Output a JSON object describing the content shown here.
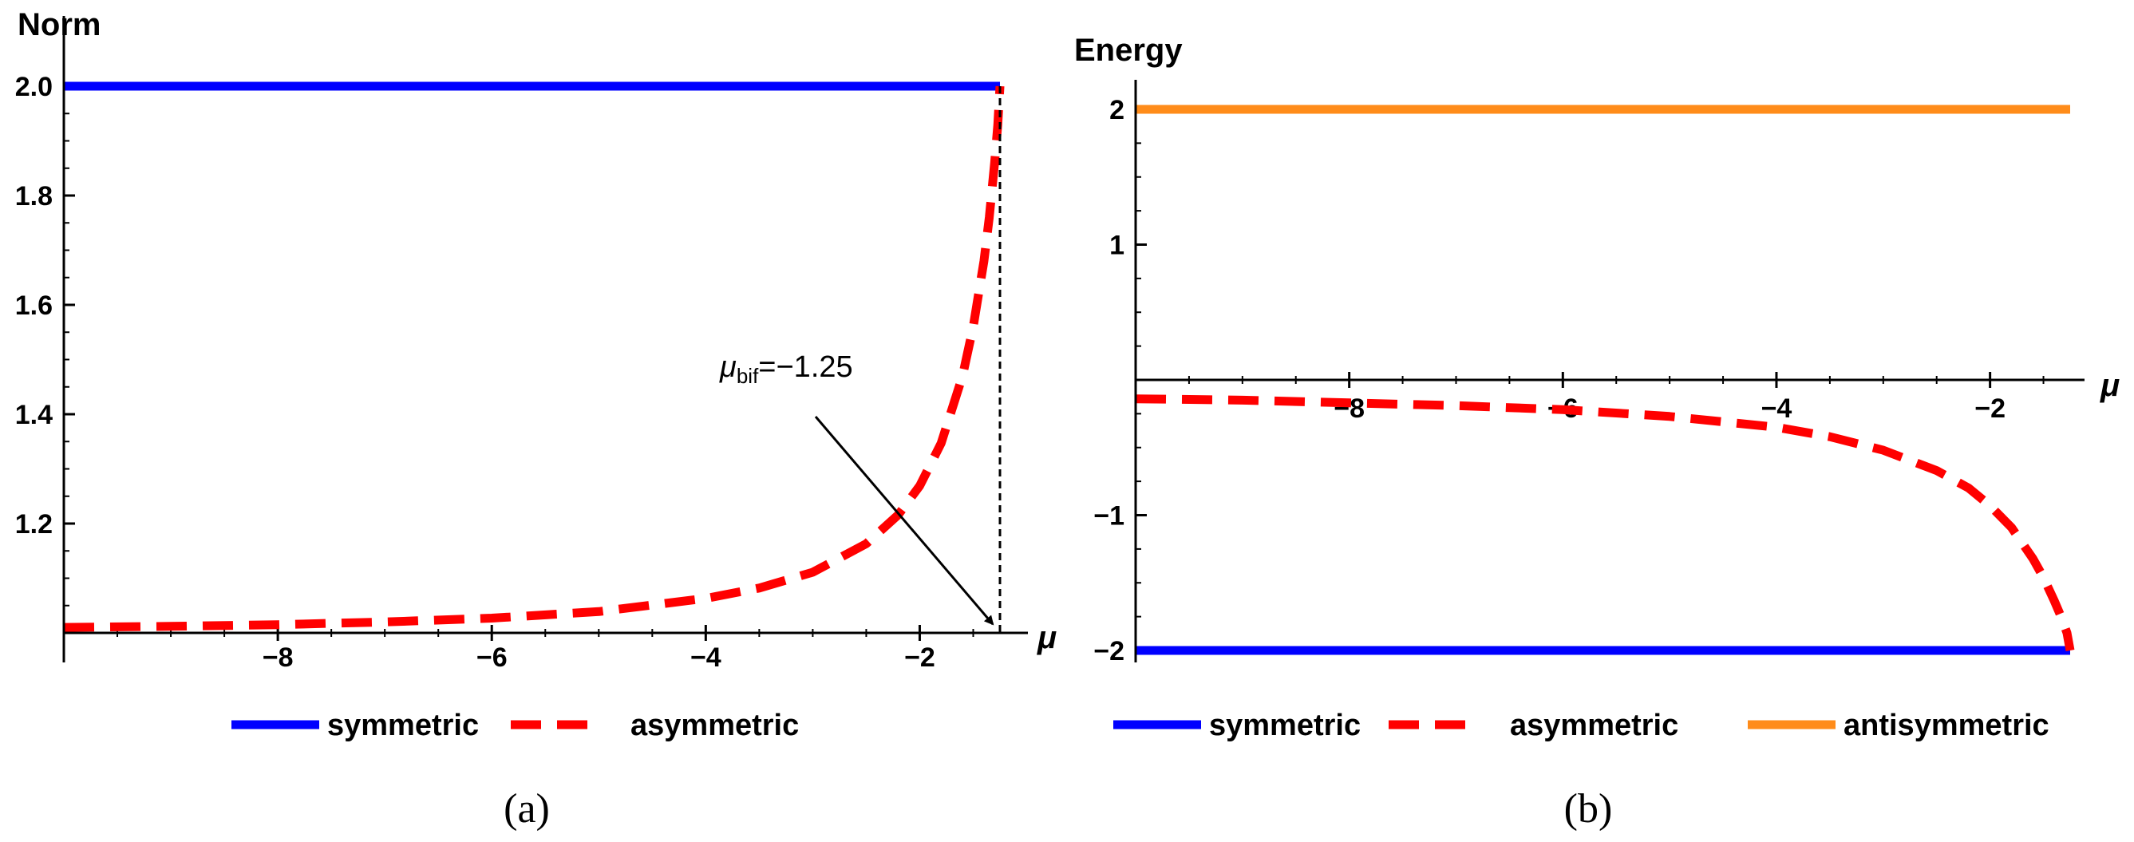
{
  "chart_data": [
    {
      "type": "line",
      "panel_label": "(a)",
      "ylabel": "Norm",
      "xlabel": "μ",
      "xlim": [
        -10,
        -1.25
      ],
      "ylim": [
        1.0,
        2.0
      ],
      "xticks": [
        -8,
        -6,
        -4,
        -2
      ],
      "xtick_labels": [
        "−8",
        "−6",
        "−4",
        "−2"
      ],
      "yticks": [
        1.2,
        1.4,
        1.6,
        1.8,
        2.0
      ],
      "ytick_labels": [
        "1.2",
        "1.4",
        "1.6",
        "1.8",
        "2.0"
      ],
      "series": [
        {
          "name": "symmetric",
          "color": "#0000ff",
          "style": "solid",
          "x": [
            -10,
            -1.25
          ],
          "y": [
            2.0,
            2.0
          ]
        },
        {
          "name": "asymmetric",
          "color": "#ff0000",
          "style": "dashed",
          "x": [
            -10,
            -9,
            -8,
            -7,
            -6,
            -5,
            -4,
            -3.5,
            -3,
            -2.5,
            -2.2,
            -2,
            -1.8,
            -1.6,
            -1.5,
            -1.4,
            -1.35,
            -1.3,
            -1.27,
            -1.25
          ],
          "y": [
            1.01,
            1.012,
            1.015,
            1.02,
            1.027,
            1.039,
            1.063,
            1.082,
            1.111,
            1.163,
            1.216,
            1.269,
            1.347,
            1.47,
            1.56,
            1.68,
            1.76,
            1.86,
            1.93,
            2.0
          ]
        }
      ],
      "annotation": {
        "symbol": "μ",
        "subscript": "bif",
        "text": "=−1.25",
        "x": -1.25
      },
      "legend": "bottom"
    },
    {
      "type": "line",
      "panel_label": "(b)",
      "ylabel": "Energy",
      "xlabel": "μ",
      "xlim": [
        -10,
        -1.25
      ],
      "ylim": [
        -2,
        2
      ],
      "xticks": [
        -8,
        -6,
        -4,
        -2
      ],
      "xtick_labels": [
        "−8",
        "−6",
        "−4",
        "−2"
      ],
      "yticks": [
        -2,
        -1,
        1,
        2
      ],
      "ytick_labels": [
        "−2",
        "−1",
        "1",
        "2"
      ],
      "series": [
        {
          "name": "symmetric",
          "color": "#0000ff",
          "style": "solid",
          "x": [
            -10,
            -1.25
          ],
          "y": [
            -2,
            -2
          ]
        },
        {
          "name": "asymmetric",
          "color": "#ff0000",
          "style": "dashed",
          "x": [
            -10,
            -9,
            -8,
            -7,
            -6,
            -5,
            -4,
            -3.5,
            -3,
            -2.5,
            -2.2,
            -2,
            -1.8,
            -1.6,
            -1.5,
            -1.4,
            -1.33,
            -1.28,
            -1.25
          ],
          "y": [
            -0.14,
            -0.15,
            -0.17,
            -0.19,
            -0.22,
            -0.27,
            -0.35,
            -0.42,
            -0.52,
            -0.67,
            -0.8,
            -0.93,
            -1.09,
            -1.32,
            -1.46,
            -1.63,
            -1.76,
            -1.87,
            -2.0
          ]
        },
        {
          "name": "antisymmetric",
          "color": "#ff8c1a",
          "style": "solid",
          "x": [
            -10,
            -1.25
          ],
          "y": [
            2,
            2
          ]
        }
      ],
      "legend": "bottom"
    }
  ]
}
